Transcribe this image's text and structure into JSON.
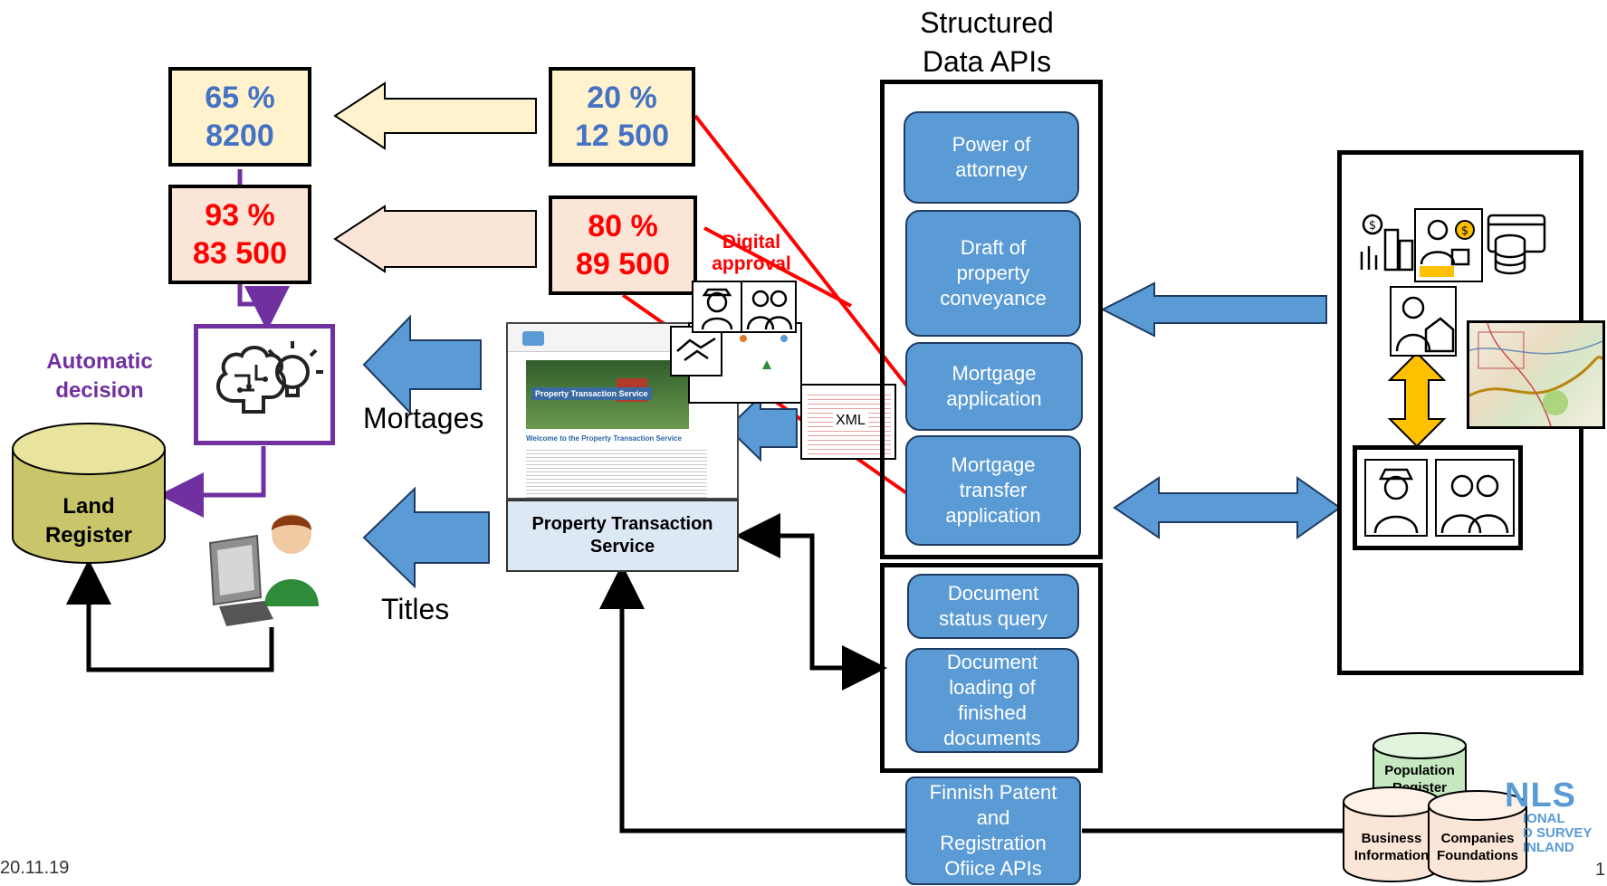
{
  "header": {
    "title": "Structured\nData APIs"
  },
  "stats": {
    "left_top": {
      "percent": "65 %",
      "count": "8200"
    },
    "left_bottom": {
      "percent": "93 %",
      "count": "83 500"
    },
    "mid_top": {
      "percent": "20 %",
      "count": "12 500"
    },
    "mid_bottom": {
      "percent": "80 %",
      "count": "89 500"
    }
  },
  "labels": {
    "automatic_decision": "Automatic\ndecision",
    "land_register": "Land\nRegister",
    "mortages": "Mortages",
    "titles": "Titles",
    "digital_approval": "Digital\napproval",
    "xml": "XML",
    "date": "20.11.19",
    "page_number": "1"
  },
  "service": {
    "label": "Property Transaction\nService",
    "screenshot_title": "Property Transaction Service",
    "screenshot_welcome": "Welcome to the Property Transaction Service"
  },
  "apis": {
    "structured": [
      "Power of\nattorney",
      "Draft of\nproperty\nconveyance",
      "Mortgage\napplication",
      "Mortgage\ntransfer\napplication"
    ],
    "documents": [
      "Document\nstatus query",
      "Document\nloading of\nfinished\ndocuments"
    ],
    "prh": "Finnish Patent\nand\nRegistration\nOfiice  APIs"
  },
  "registers": {
    "population": "Population\nRegister",
    "business": "Business\nInformation",
    "companies": "Companies\nFoundations"
  },
  "logo": {
    "mark": "NLS",
    "line1": "IONAL",
    "line2": "D SURVEY",
    "line3": "INLAND"
  },
  "colors": {
    "api_blue": "#5b9bd5",
    "arrow_blue": "#5b9bd5",
    "stat_blue": "#4472c4",
    "red": "#ff0000",
    "purple": "#7030a0",
    "orange": "#ffc000"
  }
}
